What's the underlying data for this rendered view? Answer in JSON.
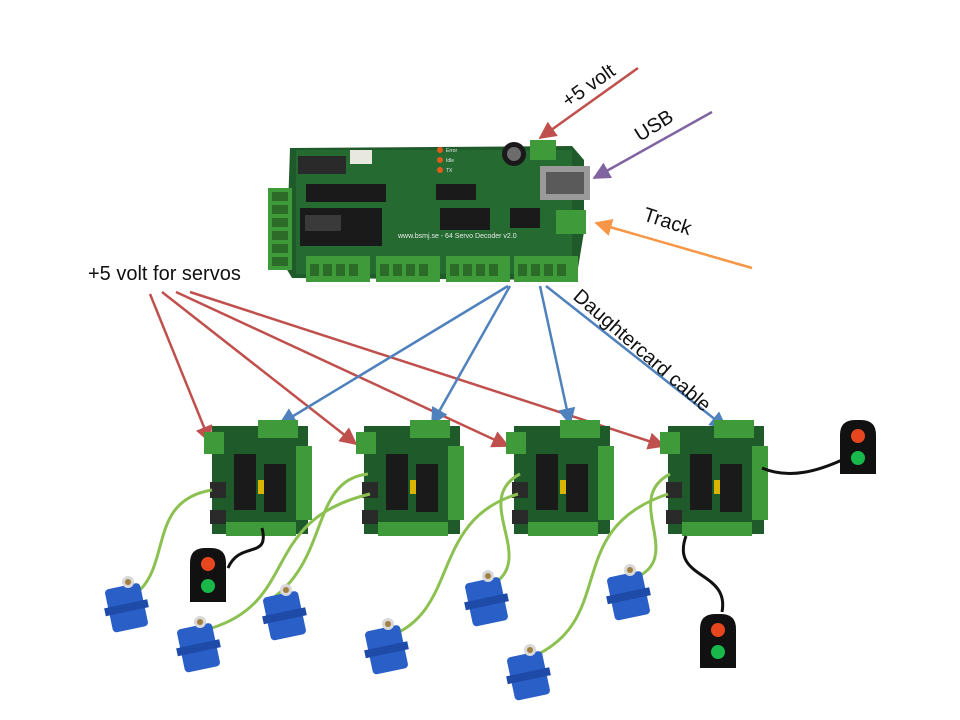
{
  "labels": {
    "plus5": "+5 volt",
    "usb": "USB",
    "track": "Track",
    "servo_power": "+5 volt for servos",
    "daughter": "Daughtercard cable"
  },
  "board": {
    "silkscreen": "www.bsmj.se - 64 Servo Decoder v2.0",
    "led_labels": [
      "Error",
      "Idle",
      "TX"
    ]
  },
  "colors": {
    "power_arrow": "#c0504d",
    "usb_arrow": "#8064a2",
    "track_arrow": "#f79646",
    "cable_arrow": "#4f81bd",
    "pcb": "#1f5a2a",
    "terminal": "#3f9a3a",
    "servo": "#2a5fc8",
    "servo_lead": "#8cc152",
    "signal_body": "#111111",
    "signal_red": "#e8461e",
    "signal_green": "#19b84a"
  },
  "icons": {
    "main_board": "servo-decoder-board-icon",
    "daughter_card": "daughter-card-icon",
    "servo": "servo-icon",
    "signal": "signal-light-icon"
  }
}
